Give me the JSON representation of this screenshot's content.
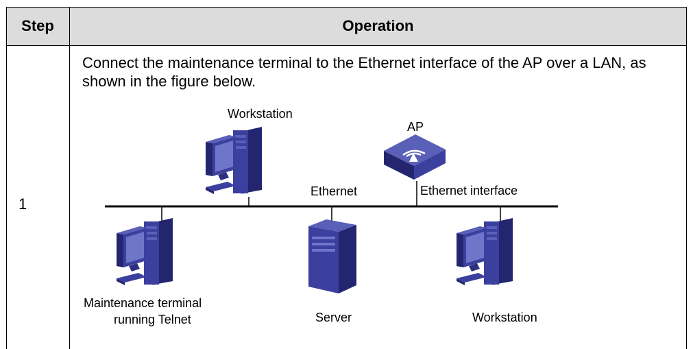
{
  "table": {
    "headers": {
      "step": "Step",
      "operation": "Operation"
    },
    "rows": [
      {
        "step": "1",
        "operation": "Connect the maintenance terminal to the Ethernet interface of the AP over a LAN, as shown in the figure below."
      }
    ]
  },
  "figure": {
    "labels": {
      "workstation_top": "Workstation",
      "ap": "AP",
      "ethernet": "Ethernet",
      "ethernet_interface": "Ethernet interface",
      "maintenance_line1": "Maintenance terminal",
      "maintenance_line2": "running Telnet",
      "server": "Server",
      "workstation_right": "Workstation"
    },
    "colors": {
      "device": "#3b3f9e",
      "device_dark": "#23266e",
      "screen": "#6f75c9",
      "line": "#000000"
    },
    "icons": [
      "workstation-icon",
      "access-point-icon",
      "server-icon"
    ]
  }
}
